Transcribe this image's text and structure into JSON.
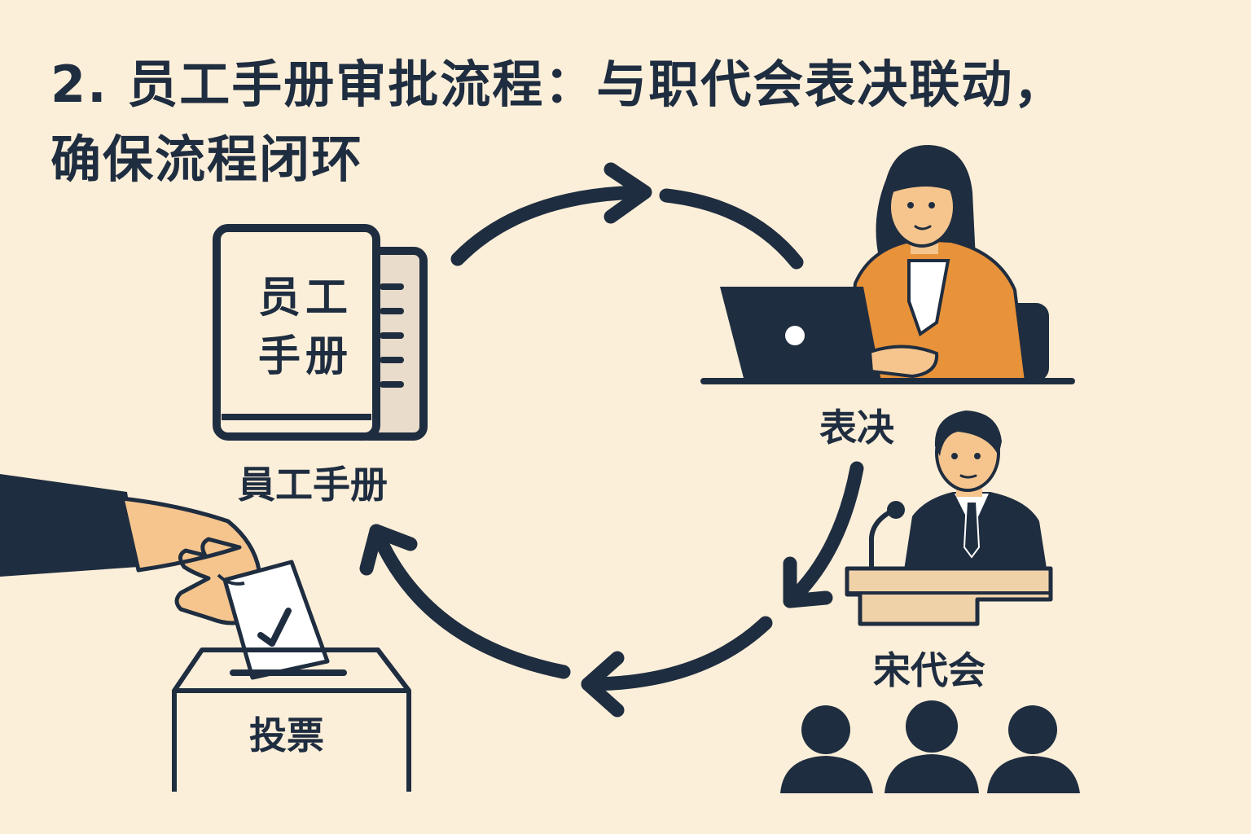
{
  "title": {
    "line1": "2. 员工手册审批流程：与职代会表决联动，",
    "line2": "确保流程闭环"
  },
  "handbook": {
    "cover_line1": "员工",
    "cover_line2": "手册",
    "caption": "員工手册"
  },
  "vote_caption": "表决",
  "congress_caption": "宋代会",
  "ballot_box_label": "投票",
  "colors": {
    "background": "#fcefd9",
    "navy": "#1f2d40",
    "orange": "#e8923a",
    "skin": "#f6c58d",
    "wood": "#f0d2a8",
    "paper": "#e9dccb"
  }
}
